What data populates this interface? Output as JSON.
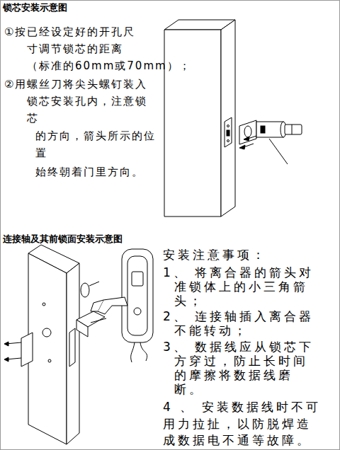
{
  "diagram": {
    "title": "锁芯安装示意图",
    "labels": [
      "①按已经设定好的开孔尺",
      "寸调节锁芯的距离",
      "（标准的60mm或70mm）；",
      "②用螺丝刀将尖头螺钉装入",
      "锁芯安装孔内，注意锁",
      "芯",
      "的方向，箭头所示的位",
      "置",
      "始终朝着门里方向。",
      "连接轴及其前锁面安装示意图",
      "安装注意事项：",
      "1、 将离合器的箭头对",
      "准锁体上的小三角箭",
      "头；",
      "2、 连接轴插入离合器",
      "不能转动；",
      "3、 数据线应从锁芯下",
      "方穿过，防止长时间",
      "的摩擦将数据线磨",
      "断。",
      "4 、 安装数据线时不可",
      "用力拉扯，以防脱焊造",
      "成数据电不通等故障。"
    ]
  }
}
